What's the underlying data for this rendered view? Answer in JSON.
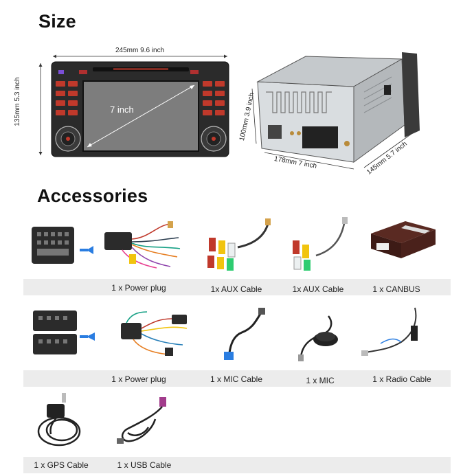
{
  "headings": {
    "size": "Size",
    "accessories": "Accessories"
  },
  "dimensions": {
    "front_width": "245mm 9.6 inch",
    "front_height": "135mm 5.3 inch",
    "screen_diagonal": "7 inch",
    "rear_height": "100mm 3.9 inch",
    "rear_width": "178mm 7 inch",
    "rear_depth": "145mm 5.7 inch"
  },
  "accessories": {
    "row1": [
      "1 x Power plug",
      "1x AUX Cable",
      "1x AUX Cable",
      "1 x CANBUS"
    ],
    "row2": [
      "1 x Power plug",
      "1 x MIC Cable",
      "1 x MIC",
      "1 x Radio Cable"
    ],
    "row3": [
      "1 x GPS Cable",
      "1 x USB Cable"
    ]
  },
  "colors": {
    "strip": "#ececec",
    "arrow": "#2a7de1",
    "unit_body": "#2b2b2b",
    "screen": "#7d7d7d"
  }
}
